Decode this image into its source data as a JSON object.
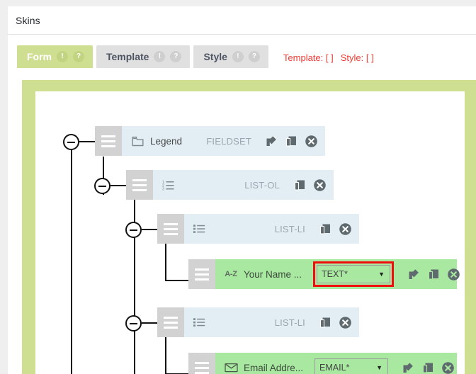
{
  "window": {
    "title": "Skins"
  },
  "tabs": {
    "items": [
      {
        "label": "Form",
        "active": true,
        "alert_badge": "!",
        "help_badge": "?"
      },
      {
        "label": "Template",
        "active": false,
        "alert_badge": "!",
        "help_badge": "?"
      },
      {
        "label": "Style",
        "active": false,
        "alert_badge": "!",
        "help_badge": "?"
      }
    ],
    "notice_template": "Template: [  ]",
    "notice_style": "Style: [  ]",
    "notice_color": "#ef3b34"
  },
  "tree": {
    "nodes": [
      {
        "id": "fieldset",
        "label": "Legend",
        "tag": "FIELDSET",
        "icon": "folder-icon",
        "color": "blue",
        "has_edit": true,
        "has_copy": true,
        "has_delete": true,
        "select": null
      },
      {
        "id": "list-ol",
        "label": "",
        "tag": "LIST-OL",
        "icon": "ordered-list-icon",
        "color": "blue",
        "has_edit": false,
        "has_copy": true,
        "has_delete": true,
        "select": null
      },
      {
        "id": "list-li-1",
        "label": "",
        "tag": "LIST-LI",
        "icon": "bulleted-list-icon",
        "color": "blue",
        "has_edit": false,
        "has_copy": true,
        "has_delete": true,
        "select": null
      },
      {
        "id": "text-field",
        "label": "Your Name ...",
        "tag": "",
        "icon": "a-z-icon",
        "color": "green",
        "has_edit": true,
        "has_copy": true,
        "has_delete": true,
        "select": {
          "value": "TEXT*",
          "highlighted": true
        }
      },
      {
        "id": "list-li-2",
        "label": "",
        "tag": "LIST-LI",
        "icon": "bulleted-list-icon",
        "color": "blue",
        "has_edit": false,
        "has_copy": true,
        "has_delete": true,
        "select": null
      },
      {
        "id": "email-field",
        "label": "Email Addre...",
        "tag": "",
        "icon": "envelope-icon",
        "color": "green",
        "has_edit": true,
        "has_copy": true,
        "has_delete": true,
        "select": {
          "value": "EMAIL*",
          "highlighted": false
        }
      }
    ],
    "az_icon_text": "A-Z"
  },
  "colors": {
    "canvas_green": "#cfdf92",
    "node_blue": "#e3eef4",
    "node_green": "#a8e8a0",
    "handle_gray": "#d2d2d2",
    "highlight_red": "#f20d0d"
  }
}
